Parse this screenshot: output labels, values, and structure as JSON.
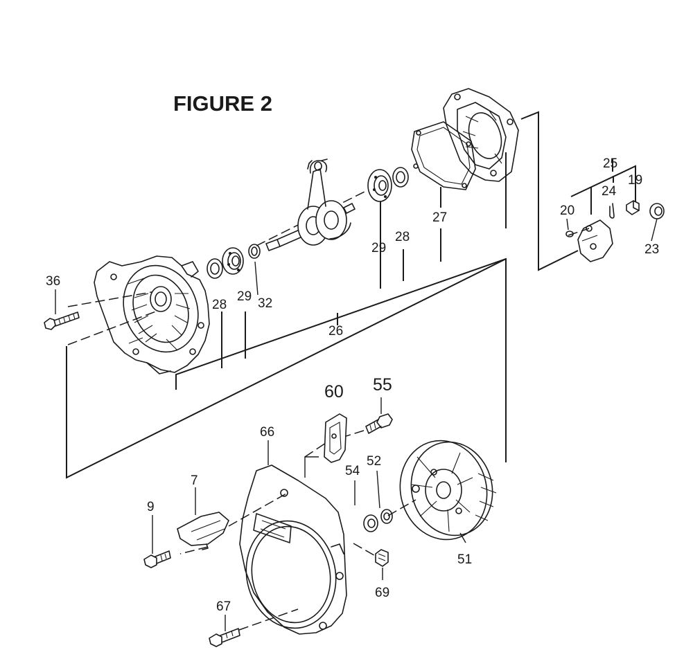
{
  "figure_title": "FIGURE 2",
  "callouts": {
    "p36": "36",
    "p28a": "28",
    "p29a": "29",
    "p32": "32",
    "p26": "26",
    "p29b": "29",
    "p28b": "28",
    "p27": "27",
    "p25": "25",
    "p24": "24",
    "p19": "19",
    "p20": "20",
    "p23": "23",
    "p60": "60",
    "p55": "55",
    "p66": "66",
    "p54": "54",
    "p52": "52",
    "p7": "7",
    "p9": "9",
    "p51": "51",
    "p69": "69",
    "p67": "67"
  }
}
